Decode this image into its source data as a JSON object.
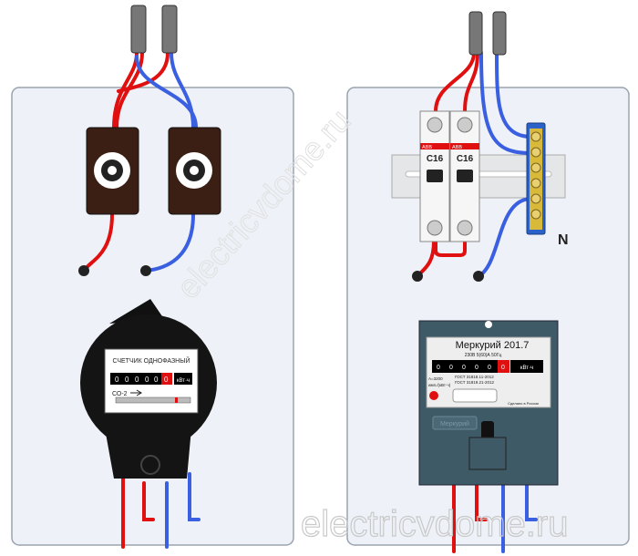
{
  "left_scheme": {
    "meter": {
      "title": "СЧЕТЧИК ОДНОФАЗНЫЙ",
      "digits": [
        "0",
        "0",
        "0",
        "0",
        "0"
      ],
      "last_digit": "0",
      "unit": "кВт·ч",
      "model": "СО-2"
    }
  },
  "right_scheme": {
    "breakers": [
      {
        "brand": "ABB",
        "rating": "C16"
      },
      {
        "brand": "ABB",
        "rating": "C16"
      }
    ],
    "neutral_label": "N",
    "meter": {
      "brand": "Меркурий 201.7",
      "rating": "230В 5(60)А 50Гц",
      "digits": [
        "0",
        "0",
        "0",
        "0",
        "0"
      ],
      "last_digit": "0",
      "unit": "кВт·ч",
      "constant_1": "А=3200",
      "constant_2": "имп./(кВт·ч)",
      "gost_1": "ГОСТ 31818.11-2012",
      "gost_2": "ГОСТ 31819.21-2012",
      "made_in": "Сделано в России",
      "front_label": "Меркурий"
    }
  },
  "watermark": "electricvdome.ru",
  "colors": {
    "phase": "#e01010",
    "neutral": "#3a5fe0",
    "panel": "#eef2f8"
  }
}
